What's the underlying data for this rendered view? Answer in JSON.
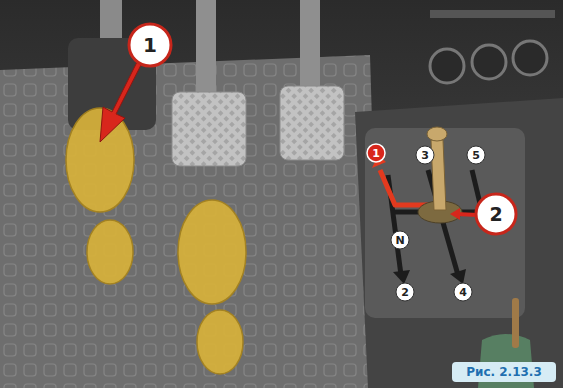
{
  "diagram": {
    "caption": "Рис. 2.13.3",
    "nodes": [
      {
        "text": [
          "1"
        ]
      },
      {
        "text": [
          "1"
        ]
      },
      {
        "text": [
          "3"
        ]
      },
      {
        "text": [
          "5"
        ]
      },
      {
        "text": [
          "2"
        ]
      },
      {
        "text": [
          "N"
        ]
      },
      {
        "text": [
          "2"
        ]
      },
      {
        "text": [
          "4"
        ]
      }
    ]
  }
}
